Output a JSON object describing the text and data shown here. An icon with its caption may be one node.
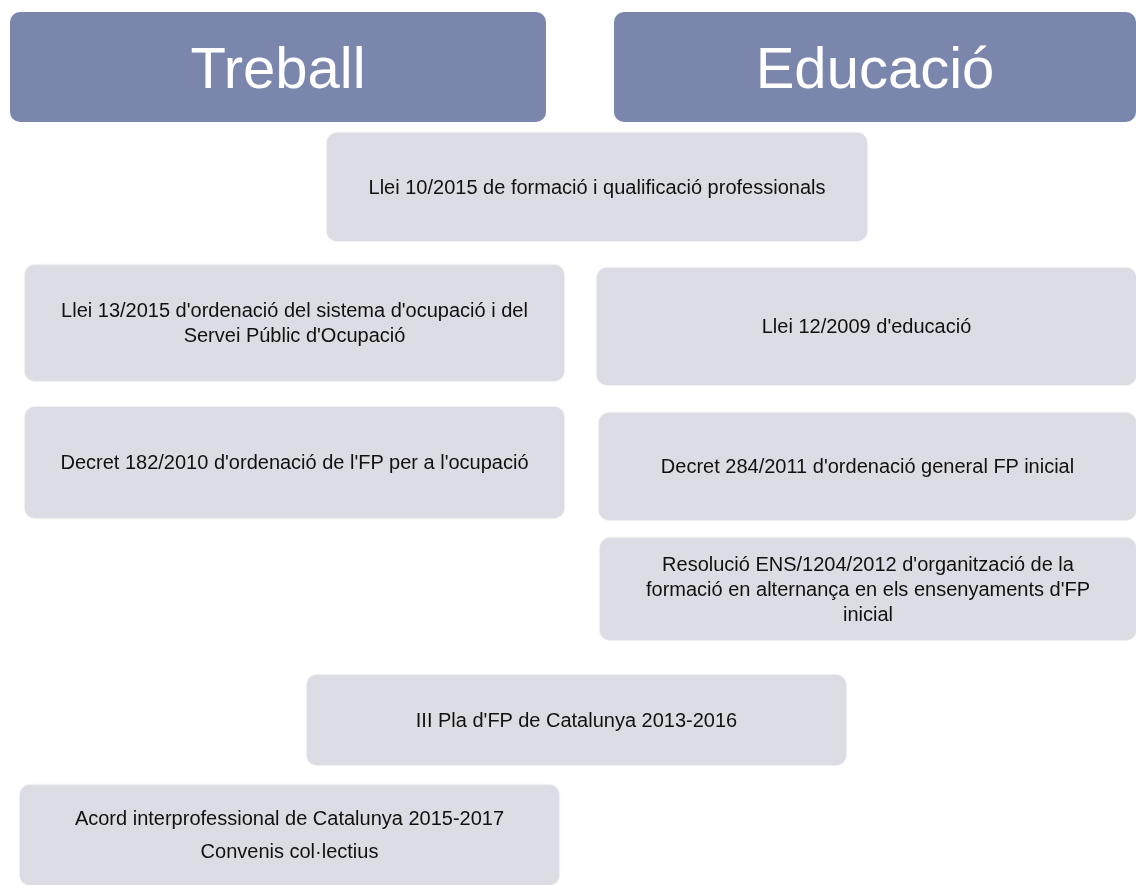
{
  "diagram": {
    "nodes": [
      {
        "text": [
          "Treball"
        ]
      },
      {
        "text": [
          "Educació"
        ]
      },
      {
        "text": [
          "Llei 10/2015 de formació i qualificació professionals"
        ]
      },
      {
        "text": [
          "Llei 13/2015 d'ordenació del sistema d'ocupació i del Servei Públic d'Ocupació"
        ]
      },
      {
        "text": [
          "Llei 12/2009 d'educació"
        ]
      },
      {
        "text": [
          "Decret 182/2010 d'ordenació de l'FP per a l'ocupació"
        ]
      },
      {
        "text": [
          "Decret 284/2011 d'ordenació general FP inicial"
        ]
      },
      {
        "text": [
          "Resolució ENS/1204/2012 d'organització de la formació en alternança en els ensenyaments d'FP inicial"
        ]
      },
      {
        "text": [
          "III Pla d'FP de Catalunya 2013-2016"
        ]
      },
      {
        "text": [
          "Acord interprofessional de Catalunya 2015-2017",
          "Convenis col·lectius"
        ]
      }
    ]
  }
}
